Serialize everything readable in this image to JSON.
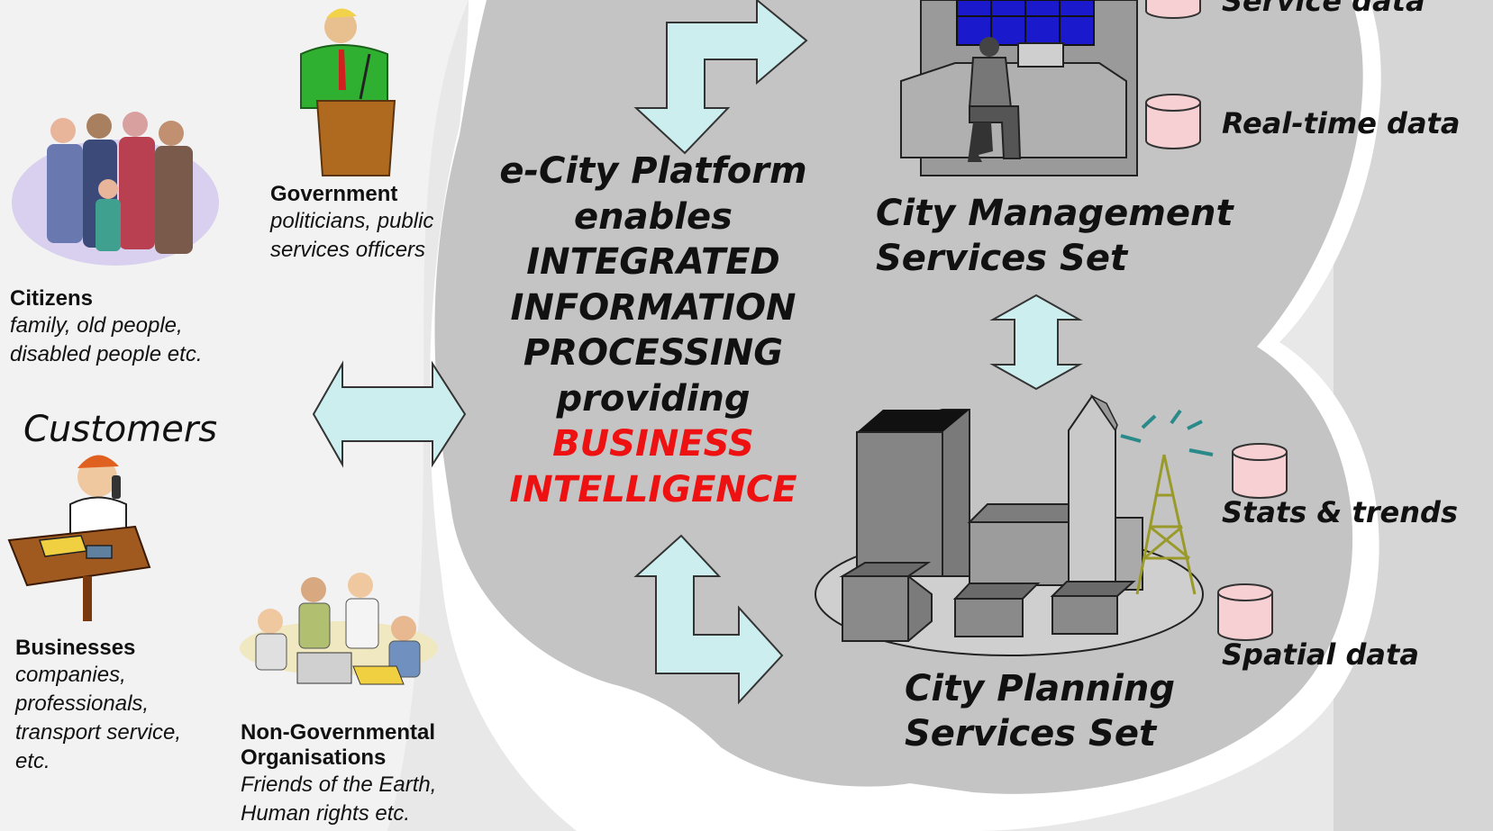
{
  "customers_heading": "Customers",
  "groups": {
    "citizens": {
      "title": "Citizens",
      "desc": [
        "family, old people,",
        "disabled people etc."
      ]
    },
    "government": {
      "title": "Government",
      "desc": [
        "politicians, public",
        "services officers"
      ]
    },
    "businesses": {
      "title": "Businesses",
      "desc": [
        "companies,",
        "professionals,",
        "transport service,",
        "etc."
      ]
    },
    "ngo": {
      "title": [
        "Non-Governmental",
        "Organisations"
      ],
      "desc": [
        "Friends of the Earth,",
        "Human rights etc."
      ]
    }
  },
  "platform": {
    "lines": [
      "e-City Platform",
      "enables",
      "INTEGRATED",
      "INFORMATION",
      "PROCESSING",
      "providing"
    ],
    "highlight": [
      "BUSINESS",
      "INTELLIGENCE"
    ],
    "highlight_color": "#ee1111"
  },
  "services": {
    "management": [
      "City Management",
      "Services Set"
    ],
    "planning": [
      "City Planning",
      "Services Set"
    ]
  },
  "data_stores": {
    "service": "Service data",
    "realtime": "Real-time data",
    "stats": "Stats & trends",
    "spatial": "Spatial data"
  },
  "colors": {
    "cloud": "#c4c4c4",
    "arrow_fill": "#cdeeee",
    "cylinder_fill": "#f7d0d3",
    "background": "#e9e9e9"
  }
}
